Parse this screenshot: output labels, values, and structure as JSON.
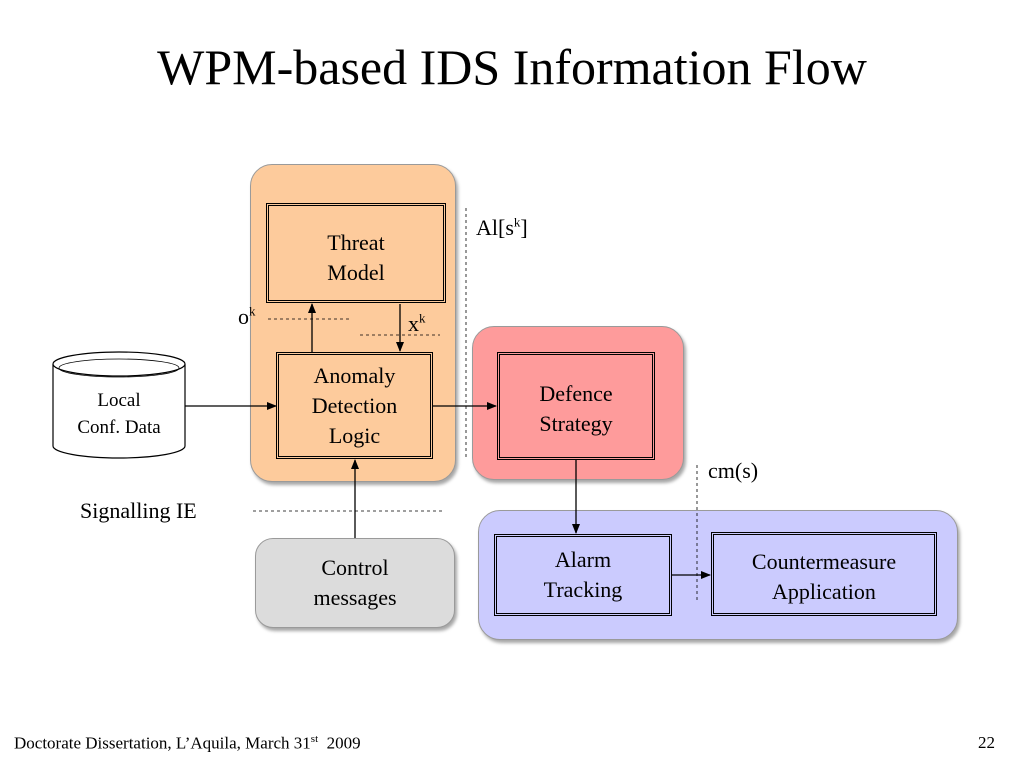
{
  "slide": {
    "title": "WPM-based IDS Information Flow",
    "page_number": "22"
  },
  "footer": {
    "text": "Doctorate Dissertation, L’Aquila, March 31",
    "superscript": "st",
    "year": "2009"
  },
  "nodes": {
    "threat_model": {
      "line1": "Threat",
      "line2": "Model"
    },
    "anomaly_detection": {
      "line1": "Anomaly",
      "line2": "Detection",
      "line3": "Logic"
    },
    "local_conf": {
      "line1": "Local",
      "line2": "Conf. Data"
    },
    "defence_strategy": {
      "line1": "Defence",
      "line2": "Strategy"
    },
    "alarm_tracking": {
      "line1": "Alarm",
      "line2": "Tracking"
    },
    "countermeasure": {
      "line1": "Countermeasure",
      "line2": "Application"
    },
    "control_messages": {
      "line1": "Control",
      "line2": "messages"
    }
  },
  "labels": {
    "ok": {
      "base": "o",
      "sup": "k"
    },
    "xk": {
      "base": "x",
      "sup": "k"
    },
    "al": {
      "base": "Al[s",
      "sup": "k",
      "tail": "]"
    },
    "cm": "cm(s)",
    "signalling": "Signalling IE"
  },
  "colors": {
    "orange_fill": "#fdcb9c",
    "red_fill": "#fe9b9b",
    "blue_fill": "#cbcbfe",
    "grey_fill": "#dcdcdc"
  }
}
